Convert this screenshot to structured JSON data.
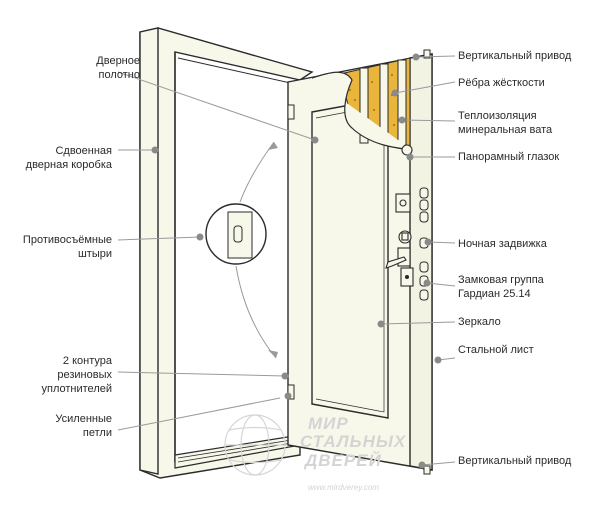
{
  "left_labels": [
    {
      "id": "door-leaf",
      "lines": [
        "Дверное",
        "полотно"
      ]
    },
    {
      "id": "double-frame",
      "lines": [
        "Сдвоенная",
        "дверная коробка"
      ]
    },
    {
      "id": "anti-removal-pins",
      "lines": [
        "Противосъёмные",
        "штыри"
      ]
    },
    {
      "id": "rubber-seals",
      "lines": [
        "2 контура",
        "резиновых",
        "уплотнителей"
      ]
    },
    {
      "id": "reinforced-hinges",
      "lines": [
        "Усиленные",
        "петли"
      ]
    }
  ],
  "right_labels": [
    {
      "id": "vertical-drive-top",
      "lines": [
        "Вертикальный привод"
      ]
    },
    {
      "id": "stiffeners",
      "lines": [
        "Рёбра жёсткости"
      ]
    },
    {
      "id": "insulation",
      "lines": [
        "Теплоизоляция",
        "минеральная вата"
      ]
    },
    {
      "id": "peephole",
      "lines": [
        "Панорамный глазок"
      ]
    },
    {
      "id": "night-latch",
      "lines": [
        "Ночная задвижка"
      ]
    },
    {
      "id": "lock-group",
      "lines": [
        "Замковая группа",
        "Гардиан 25.14"
      ]
    },
    {
      "id": "mirror",
      "lines": [
        "Зеркало"
      ]
    },
    {
      "id": "steel-sheet",
      "lines": [
        "Стальной лист"
      ]
    },
    {
      "id": "vertical-drive-bottom",
      "lines": [
        "Вертикальный привод"
      ]
    }
  ],
  "watermark": {
    "line1": "МИР",
    "line2": "СТАЛЬНЫХ",
    "line3": "ДВЕРЕЙ",
    "url": "www.mirdverey.com"
  },
  "colors": {
    "door_fill": "#f7f8ea",
    "line": "#2b2b2b",
    "leader": "#9a9a9a",
    "dot": "#8a8a8a",
    "insulation": "#e9b53a"
  }
}
